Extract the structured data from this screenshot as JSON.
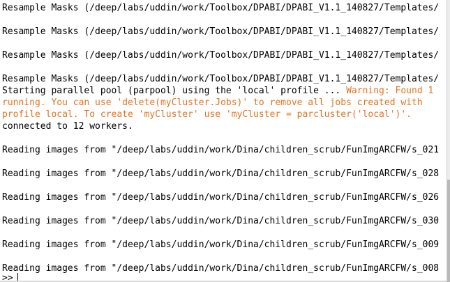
{
  "console": {
    "resample_lines": [
      "Resample Masks (/deep/labs/uddin/work/Toolbox/DPABI/DPABI_V1.1_140827/Templates/",
      "Resample Masks (/deep/labs/uddin/work/Toolbox/DPABI/DPABI_V1.1_140827/Templates/",
      "Resample Masks (/deep/labs/uddin/work/Toolbox/DPABI/DPABI_V1.1_140827/Templates/",
      "Resample Masks (/deep/labs/uddin/work/Toolbox/DPABI/DPABI_V1.1_140827/Templates/"
    ],
    "parpool_text": "Starting parallel pool (parpool) using the 'local' profile ... ",
    "warning_part1": "Warning: Found 1",
    "warning_line2": "running. You can use 'delete(myCluster.Jobs)' to remove all jobs created with",
    "warning_line3": "profile local. To create 'myCluster' use 'myCluster = parcluster('local')'.",
    "connected_text": "connected to 12 workers.",
    "reading_lines": [
      "Reading images from \"/deep/labs/uddin/work/Dina/children_scrub/FunImgARCFW/s_021",
      "Reading images from \"/deep/labs/uddin/work/Dina/children_scrub/FunImgARCFW/s_028",
      "Reading images from \"/deep/labs/uddin/work/Dina/children_scrub/FunImgARCFW/s_026",
      "Reading images from \"/deep/labs/uddin/work/Dina/children_scrub/FunImgARCFW/s_030",
      "Reading images from \"/deep/labs/uddin/work/Dina/children_scrub/FunImgARCFW/s_009",
      "Reading images from \"/deep/labs/uddin/work/Dina/children_scrub/FunImgARCFW/s_008"
    ],
    "prompt": ">>"
  },
  "colors": {
    "warning": "#e4731f",
    "text": "#000000",
    "background": "#ffffff"
  }
}
